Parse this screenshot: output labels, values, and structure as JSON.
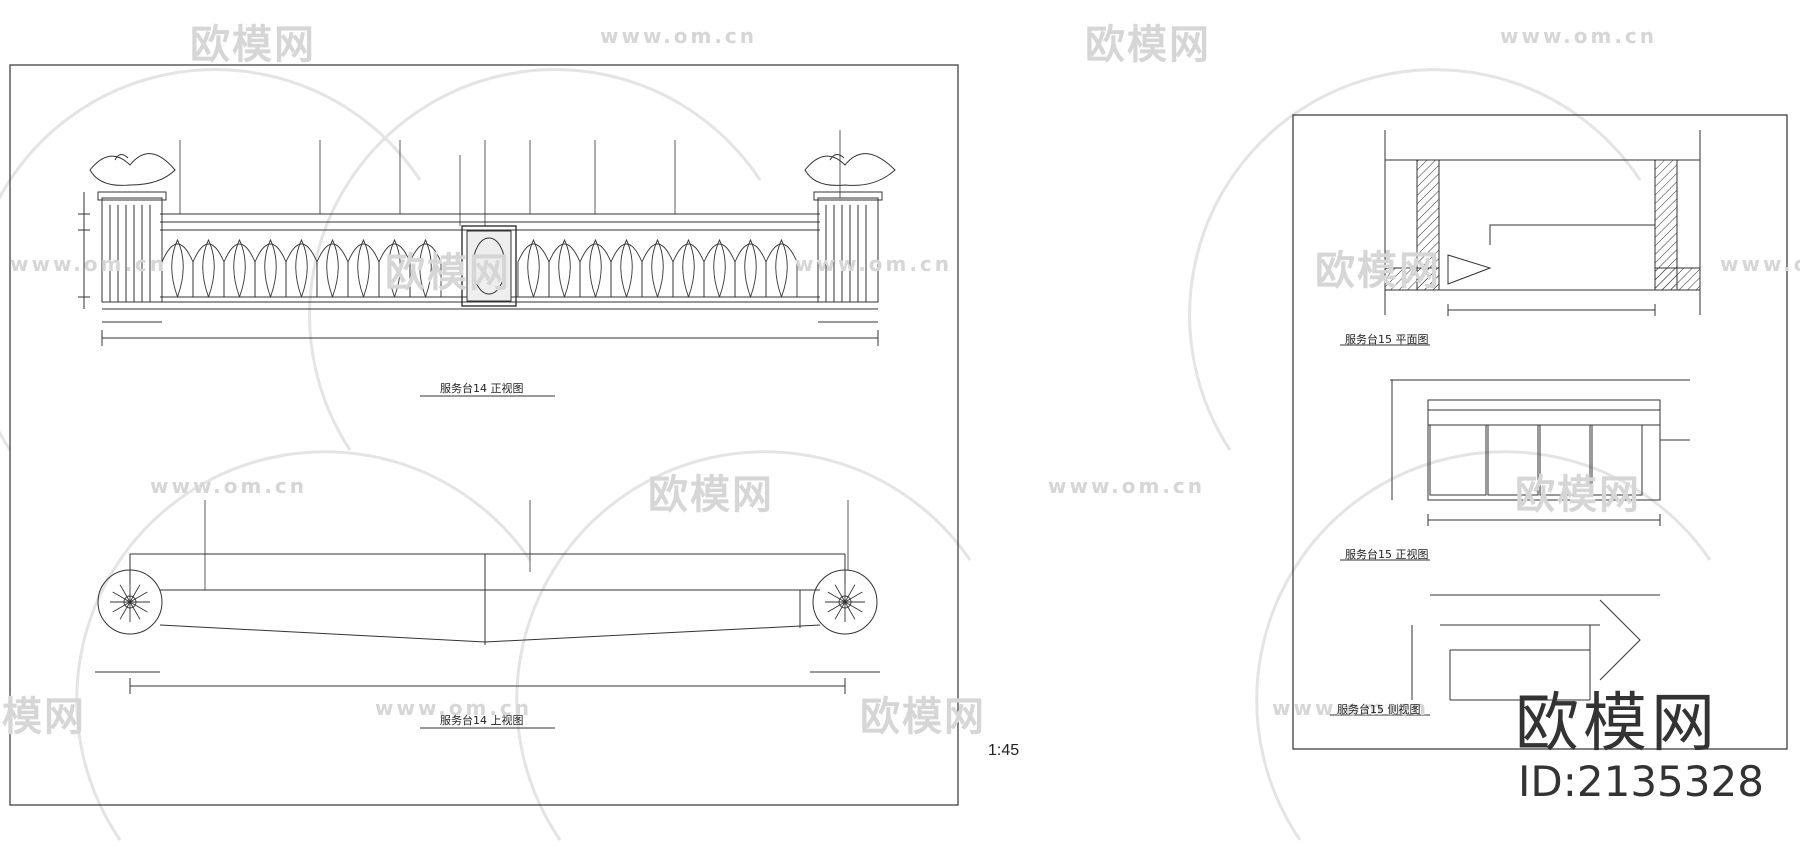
{
  "watermarks": {
    "logo_text": "欧模网",
    "url_text": "www.om.cn"
  },
  "captions": {
    "front_view": "服务台14 正视图",
    "top_view": "服务台14 上视图",
    "plan_15": "服务台15 平面图",
    "elev_15": "服务台15 正视图",
    "side_15": "服务台15 侧视图"
  },
  "scale_label": "1:45",
  "brand": {
    "name": "欧模网",
    "id_label": "ID:2135328"
  }
}
